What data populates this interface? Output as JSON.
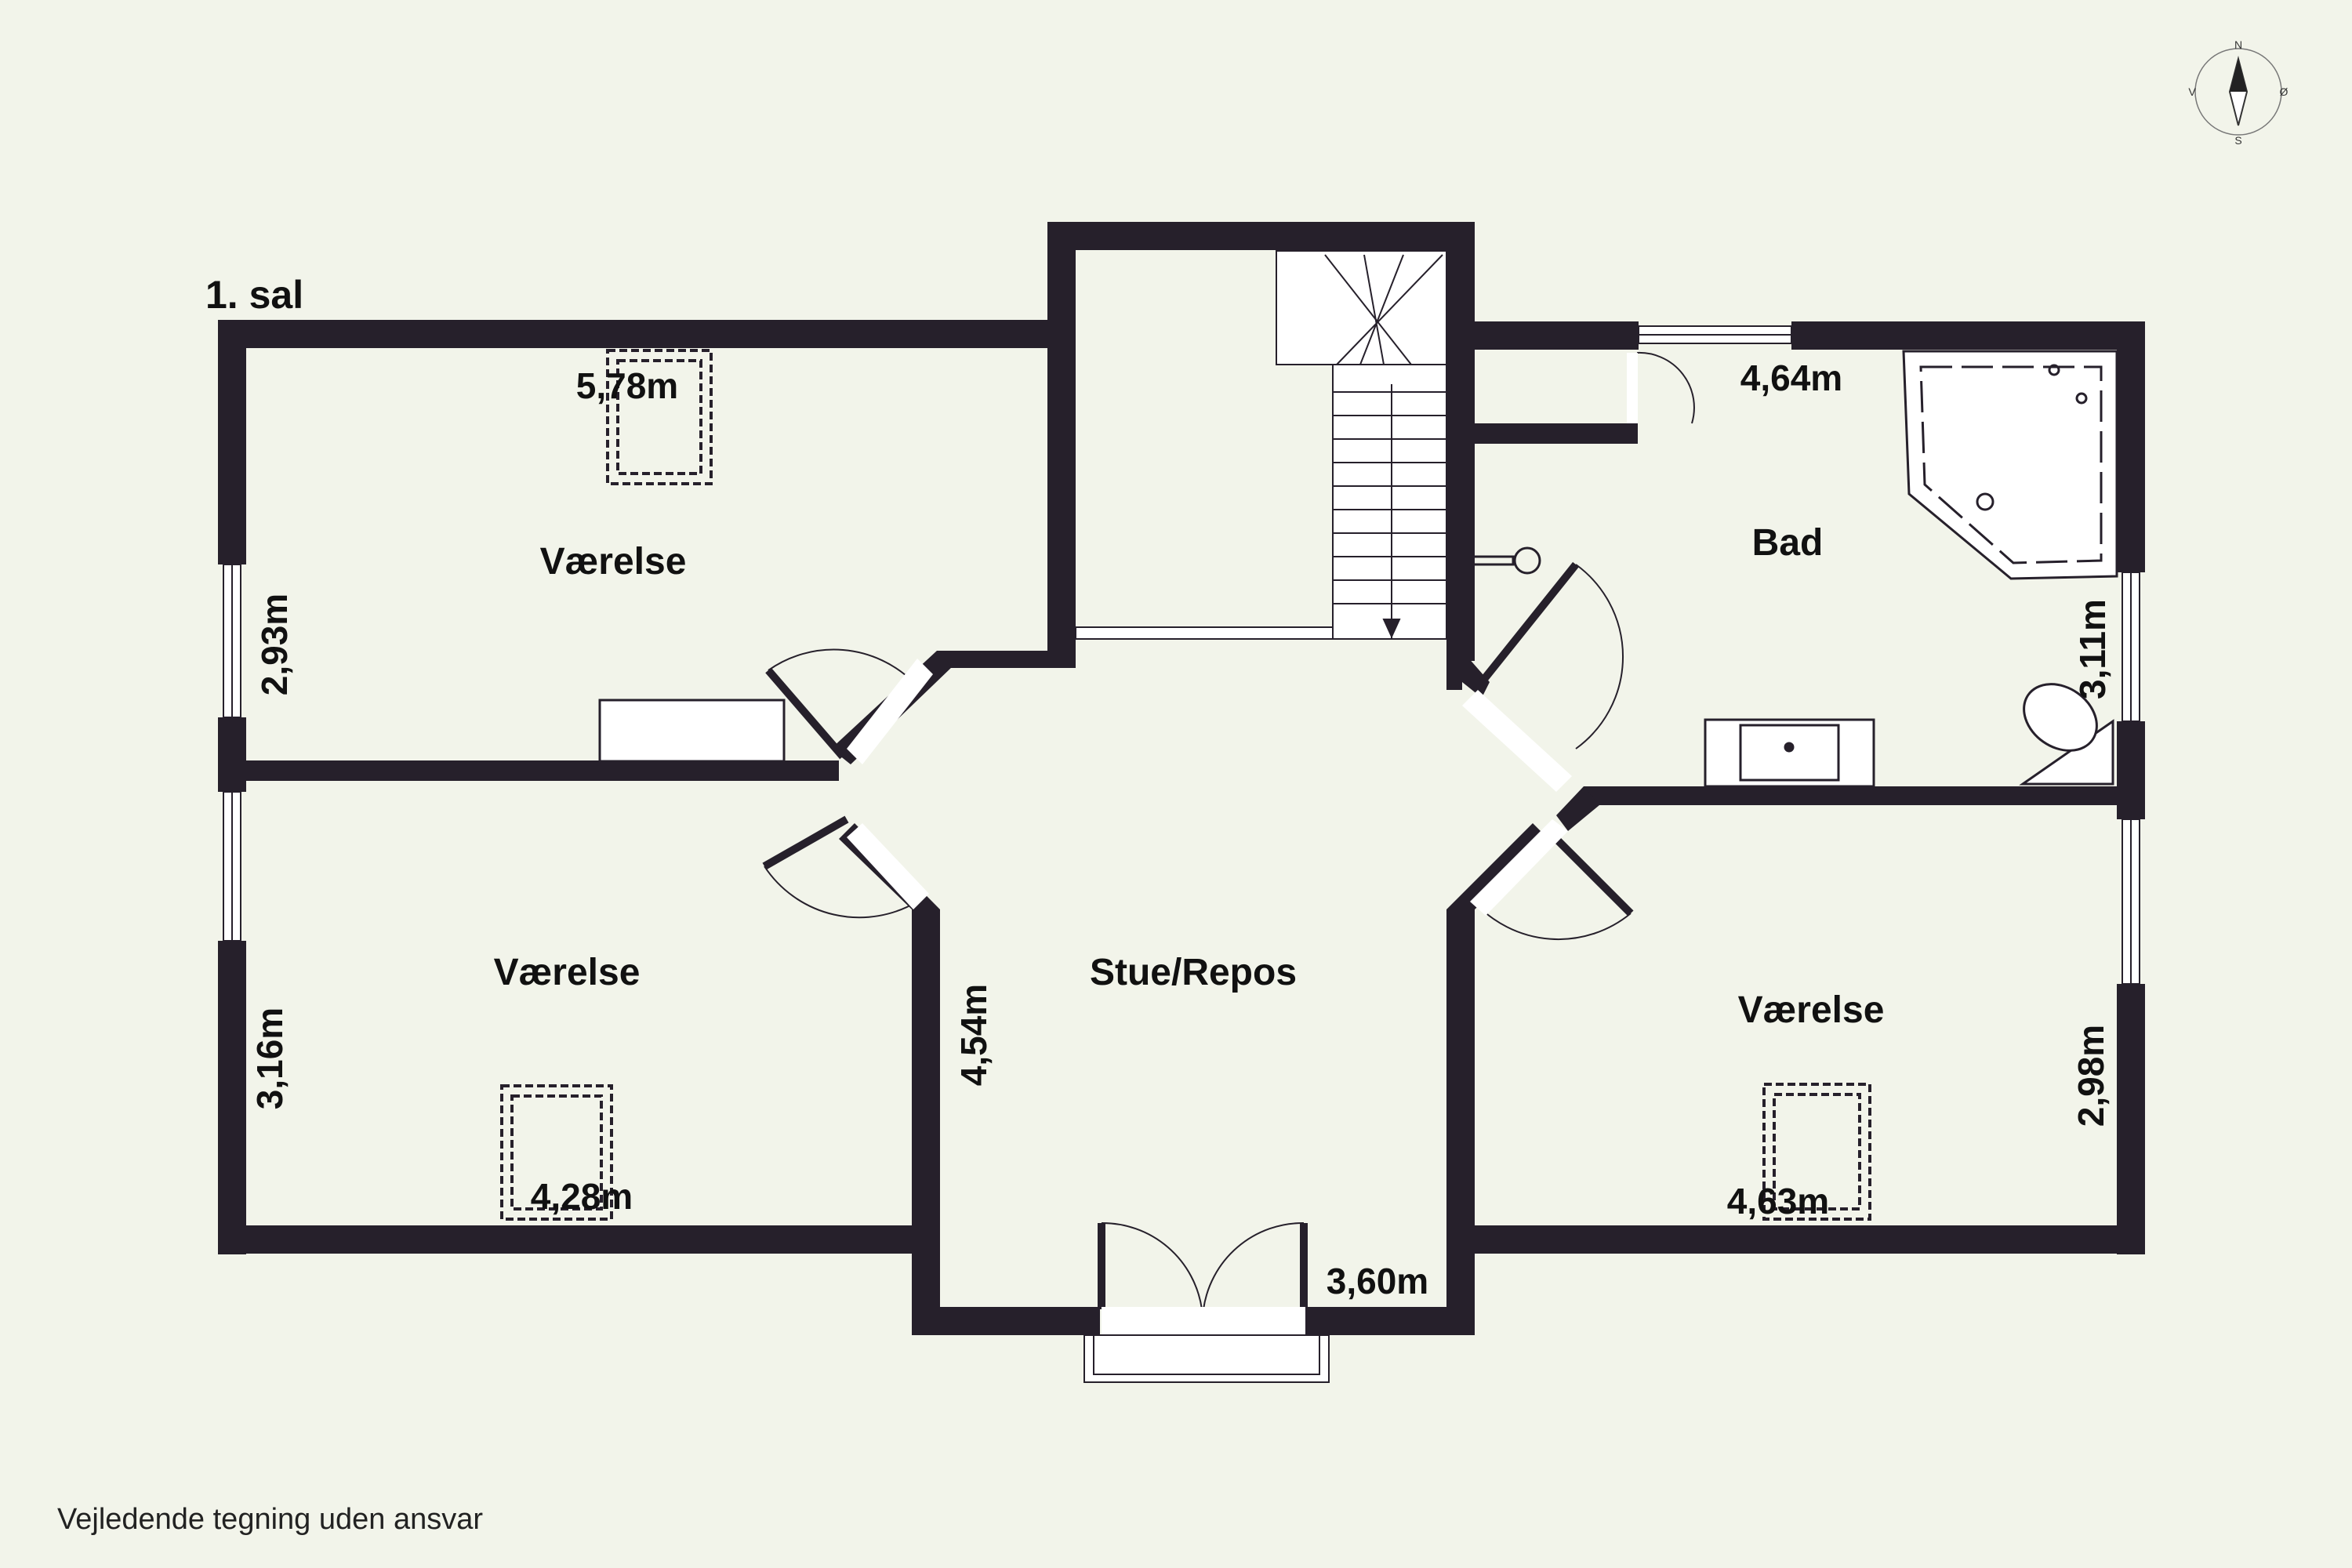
{
  "floor_label": "1. sal",
  "disclaimer": "Vejledende tegning uden ansvar",
  "compass": {
    "n": "N",
    "s": "S",
    "e": "Ø",
    "w": "V"
  },
  "rooms": {
    "bedroom_top_left": "Værelse",
    "bedroom_bottom_left": "Værelse",
    "living": "Stue/Repos",
    "bath": "Bad",
    "bedroom_right": "Værelse"
  },
  "dimensions": {
    "tl_width": "5,78m",
    "tl_depth": "2,93m",
    "bl_depth": "3,16m",
    "bl_width": "4,28m",
    "living_depth": "4,54m",
    "living_width": "3,60m",
    "bath_width": "4,64m",
    "bath_depth": "3,11m",
    "br_depth": "2,98m",
    "br_width": "4,63m"
  },
  "colors": {
    "background": "#f2f4ea",
    "wall": "#26202b",
    "fixture": "#ffffff"
  }
}
